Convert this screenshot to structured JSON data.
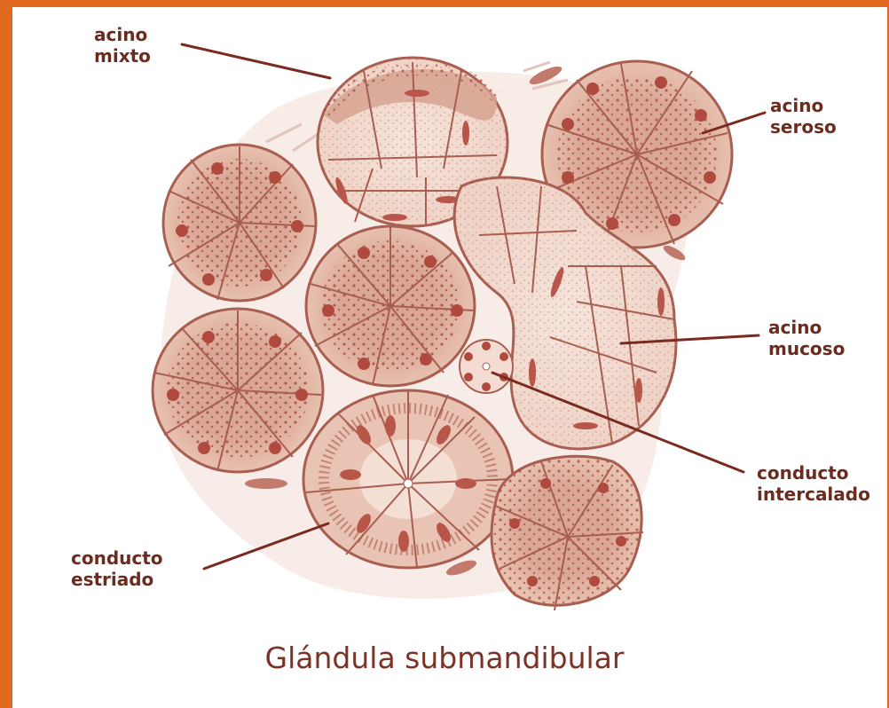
{
  "labels": {
    "acino_mixto": [
      "acino",
      "mixto"
    ],
    "acino_seroso": [
      "acino",
      "seroso"
    ],
    "acino_mucoso": [
      "acino",
      "mucoso"
    ],
    "conducto_intercalado": [
      "conducto",
      "intercalado"
    ],
    "conducto_estriado": [
      "conducto",
      "estriado"
    ]
  },
  "caption": "Glándula submandibular",
  "colors": {
    "border": "#e0691f",
    "label_text": "#6b2c1f",
    "caption_text": "#7a3326",
    "tissue_fill": "#e8c3b2",
    "tissue_dark": "#b0574a",
    "leader_line": "#7a2a1f"
  }
}
